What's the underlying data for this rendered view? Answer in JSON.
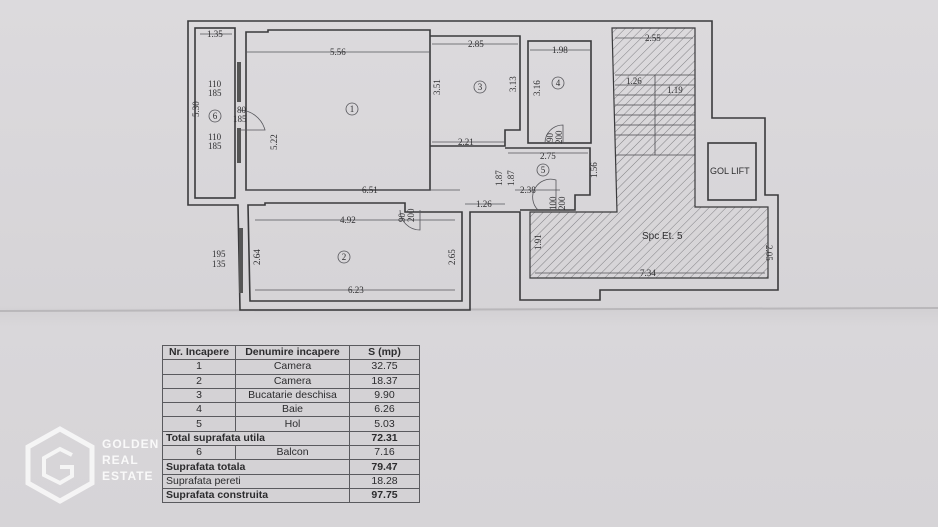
{
  "plan": {
    "rooms": [
      "1",
      "2",
      "3",
      "4",
      "5",
      "6"
    ],
    "dims": [
      "1.35",
      "5.56",
      "2.85",
      "1.98",
      "2.55",
      "3.51",
      "3.13",
      "3.16",
      "1.26",
      "1.19",
      "5.30",
      "5.22",
      "2.21",
      "2.75",
      "1.56",
      "1.87",
      "1.87",
      "2.38",
      "6.51",
      "1.26",
      "4.92",
      "2.64",
      "2.65",
      "6.23",
      "1.91",
      "2.05",
      "7.34"
    ],
    "openings": [
      "110",
      "185",
      "80",
      "185",
      "110",
      "185",
      "195",
      "135",
      "90",
      "200",
      "90",
      "200",
      "100",
      "200"
    ],
    "labels": {
      "lift": "GOL LIFT",
      "common": "Spc Et. 5"
    }
  },
  "table": {
    "headers": [
      "Nr. Incapere",
      "Denumire incapere",
      "S (mp)"
    ],
    "rows": [
      [
        "1",
        "Camera",
        "32.75"
      ],
      [
        "2",
        "Camera",
        "18.37"
      ],
      [
        "3",
        "Bucatarie deschisa",
        "9.90"
      ],
      [
        "4",
        "Baie",
        "6.26"
      ],
      [
        "5",
        "Hol",
        "5.03"
      ]
    ],
    "total_util": {
      "label": "Total suprafata utila",
      "value": "72.31"
    },
    "balcony": [
      "6",
      "Balcon",
      "7.16"
    ],
    "total": {
      "label": "Suprafata totala",
      "value": "79.47"
    },
    "walls": {
      "label": "Suprafata pereti",
      "value": "18.28"
    },
    "built": {
      "label": "Suprafata construita",
      "value": "97.75"
    }
  },
  "watermark": {
    "line1": "GOLDEN",
    "line2": "REAL",
    "line3": "ESTATE"
  }
}
